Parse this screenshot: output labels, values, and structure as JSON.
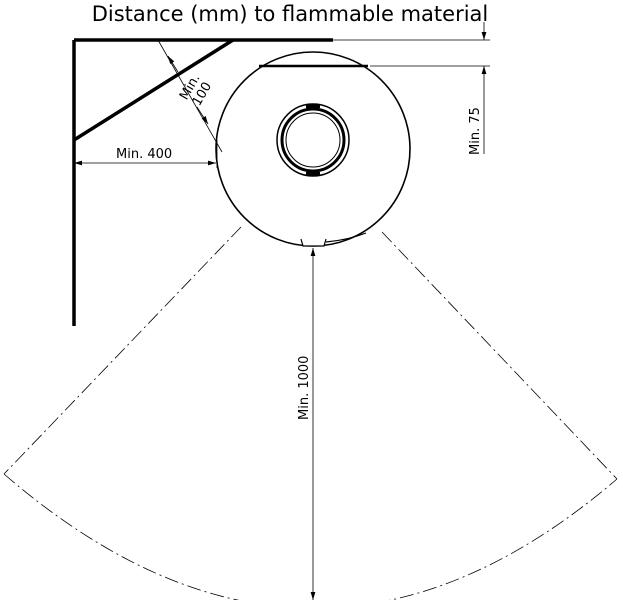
{
  "title": "Distance (mm) to flammable material",
  "labels": {
    "side": "Min. 400",
    "corner_1": "Min.",
    "corner_2": "100",
    "top": "Min. 75",
    "front": "Min. 1000"
  },
  "colors": {
    "line": "#000000",
    "background": "#ffffff"
  }
}
